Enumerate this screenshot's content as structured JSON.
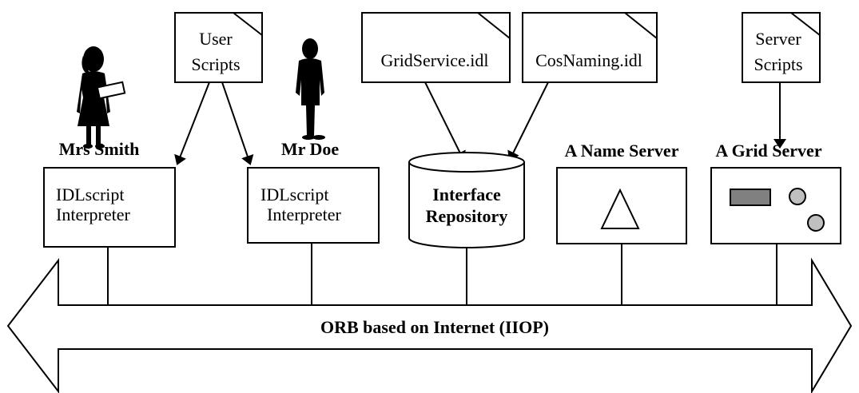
{
  "documents": {
    "user_scripts": [
      "User",
      "Scripts"
    ],
    "grid_service_idl": "GridService.idl",
    "cos_naming_idl": "CosNaming.idl",
    "server_scripts": [
      "Server",
      "Scripts"
    ]
  },
  "people": {
    "mrs_smith": "Mrs Smith",
    "mr_doe": "Mr Doe"
  },
  "components": {
    "interpreter_left": [
      "IDLscript",
      "Interpreter"
    ],
    "interpreter_right": [
      "IDLscript",
      "Interpreter"
    ],
    "interface_repository": [
      "Interface",
      "Repository"
    ],
    "name_server": "A Name Server",
    "grid_server": "A Grid Server"
  },
  "bus": {
    "label": "ORB based on Internet (IIOP)"
  }
}
